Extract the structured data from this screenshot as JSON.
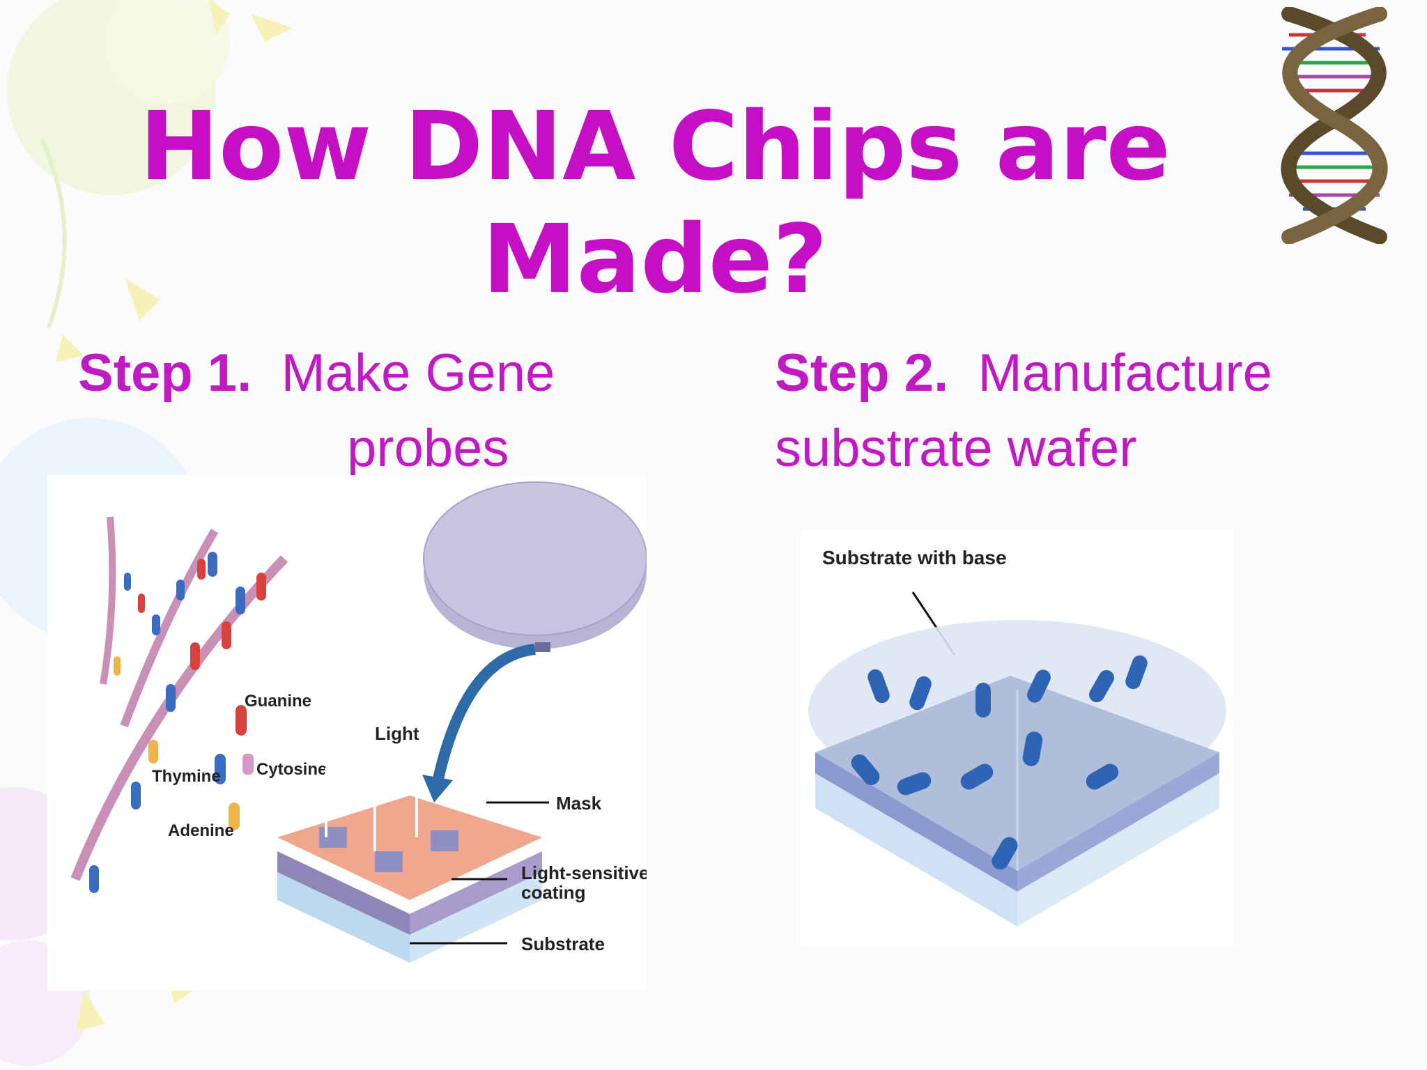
{
  "slide": {
    "title_line1": "How DNA Chips are",
    "title_line2": "Made?"
  },
  "step1": {
    "label": "Step 1.",
    "text_line1": "Make Gene",
    "text_line2": "probes"
  },
  "step2": {
    "label": "Step 2.",
    "text_line1": "Manufacture",
    "text_line2": "substrate wafer"
  },
  "figure1": {
    "labels": {
      "guanine": "Guanine",
      "cytosine": "Cytosine",
      "thymine": "Thymine",
      "adenine": "Adenine",
      "light": "Light",
      "mask": "Mask",
      "coating_line1": "Light-sensitive",
      "coating_line2": "coating",
      "substrate": "Substrate"
    }
  },
  "figure2": {
    "labels": {
      "substrate_with_base": "Substrate with base"
    }
  },
  "colors": {
    "title": "#c70ec7",
    "text": "#c11ac5",
    "background": "#fbfbfd"
  },
  "icons": [
    "dna-helix-icon"
  ]
}
